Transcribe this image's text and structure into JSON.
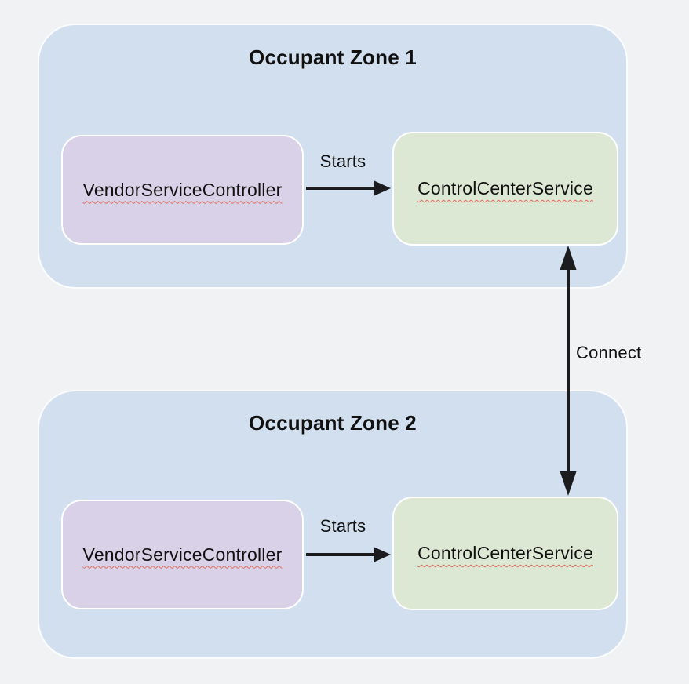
{
  "colors": {
    "page-bg": "#f1f2f4",
    "zone-bg": "#d2dfee",
    "zone-border": "#fbfcfe",
    "vendor-box-bg": "#d8d1e7",
    "control-box-bg": "#dce8d4",
    "box-border": "#ffffff",
    "arrow-color": "#1c1c1e",
    "text-color": "#111111",
    "squiggle-color": "#e06c5f"
  },
  "zones": [
    {
      "title": "Occupant Zone 1",
      "boxes": [
        {
          "label": "VendorServiceController"
        },
        {
          "label": "ControlCenterService"
        }
      ],
      "edge_label": "Starts"
    },
    {
      "title": "Occupant Zone 2",
      "boxes": [
        {
          "label": "VendorServiceController"
        },
        {
          "label": "ControlCenterService"
        }
      ],
      "edge_label": "Starts"
    }
  ],
  "connector": {
    "label": "Connect"
  }
}
